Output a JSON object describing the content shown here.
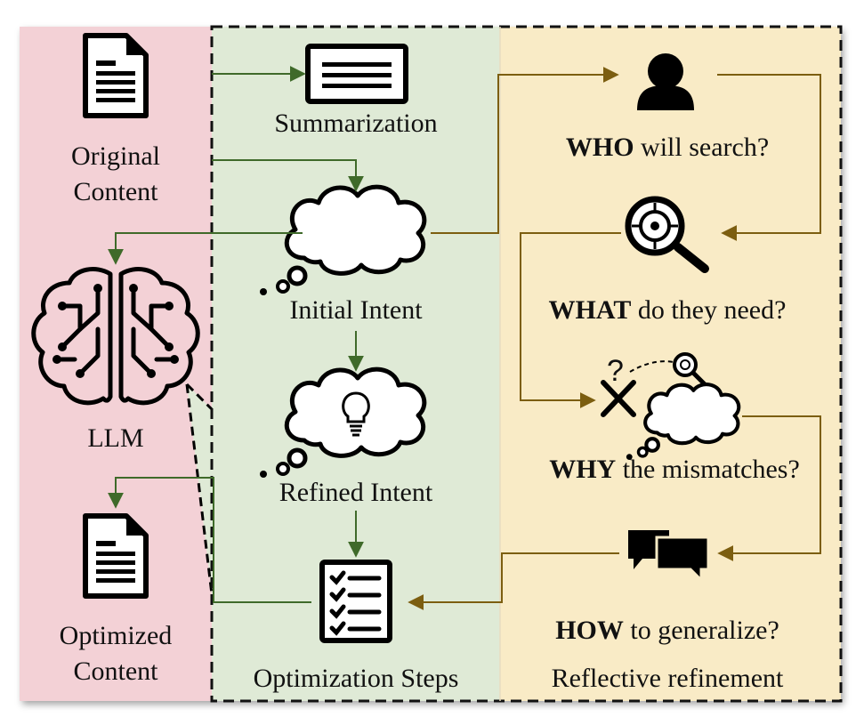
{
  "left_panel": {
    "original_label": [
      "Original",
      "Content"
    ],
    "llm_label": "LLM",
    "optimized_label": [
      "Optimized",
      "Content"
    ]
  },
  "middle_panel": {
    "summarization_label": "Summarization",
    "initial_intent_label": "Initial Intent",
    "refined_intent_label": "Refined Intent",
    "title": "Optimization Steps"
  },
  "right_panel": {
    "q1": {
      "bold": "WHO",
      "rest": " will search?"
    },
    "q2": {
      "bold": "WHAT",
      "rest": " do they need?"
    },
    "q3": {
      "bold": "WHY",
      "rest": " the mismatches?"
    },
    "q4": {
      "bold": "HOW",
      "rest": " to generalize?"
    },
    "title": "Reflective refinement"
  },
  "colors": {
    "pink": "#f3d1d6",
    "green": "#dfead6",
    "yellow": "#f9ebc6",
    "green_arrow": "#3f6a2a",
    "gold_arrow": "#7c5e10"
  }
}
